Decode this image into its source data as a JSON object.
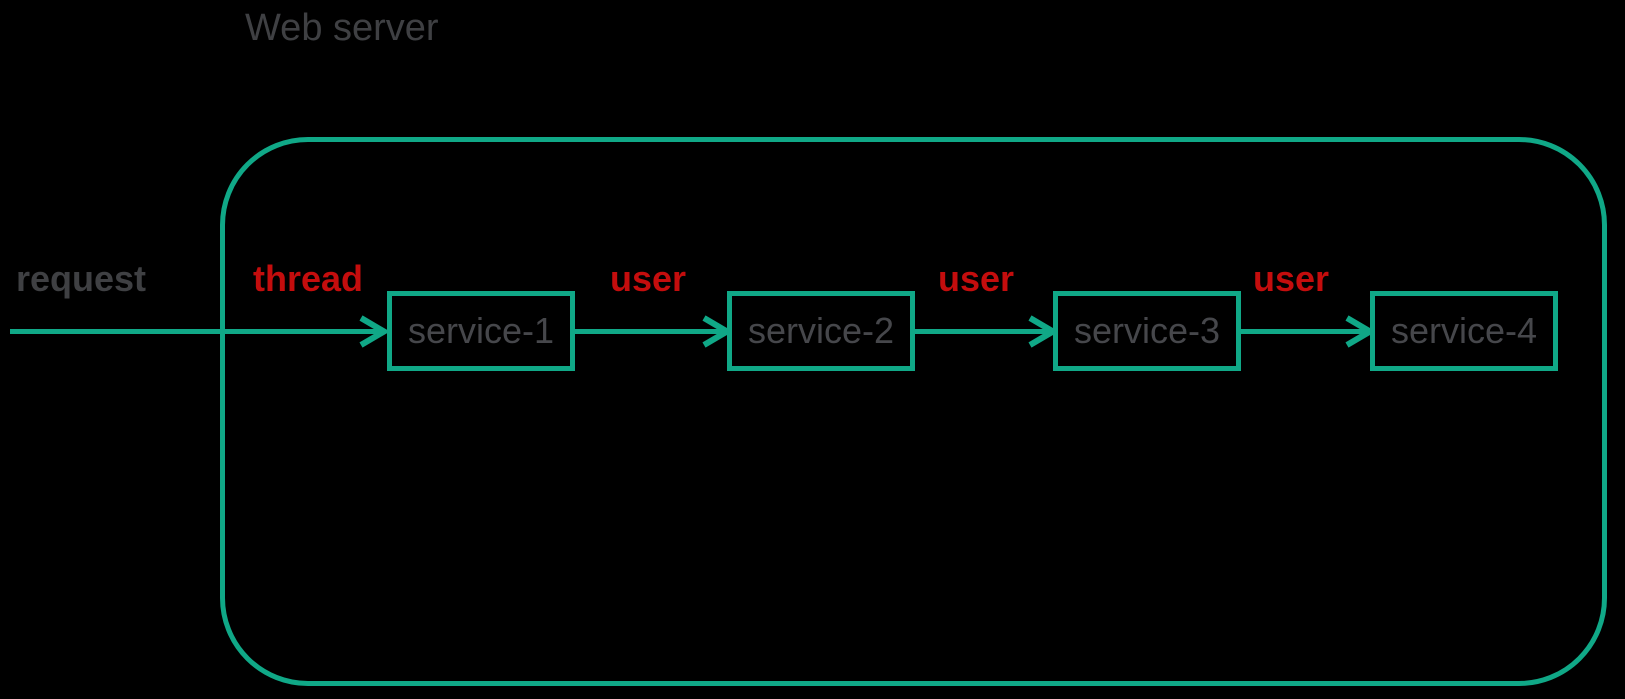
{
  "diagram": {
    "title": "Web server",
    "request_label": "request",
    "edge_labels": [
      "thread",
      "user",
      "user",
      "user"
    ],
    "services": [
      "service-1",
      "service-2",
      "service-3",
      "service-4"
    ],
    "colors": {
      "background": "#000000",
      "accent_teal": "#10a887",
      "label_red": "#c40d0d",
      "text_gray": "#3f4043",
      "service_text_gray": "#46474b"
    }
  }
}
